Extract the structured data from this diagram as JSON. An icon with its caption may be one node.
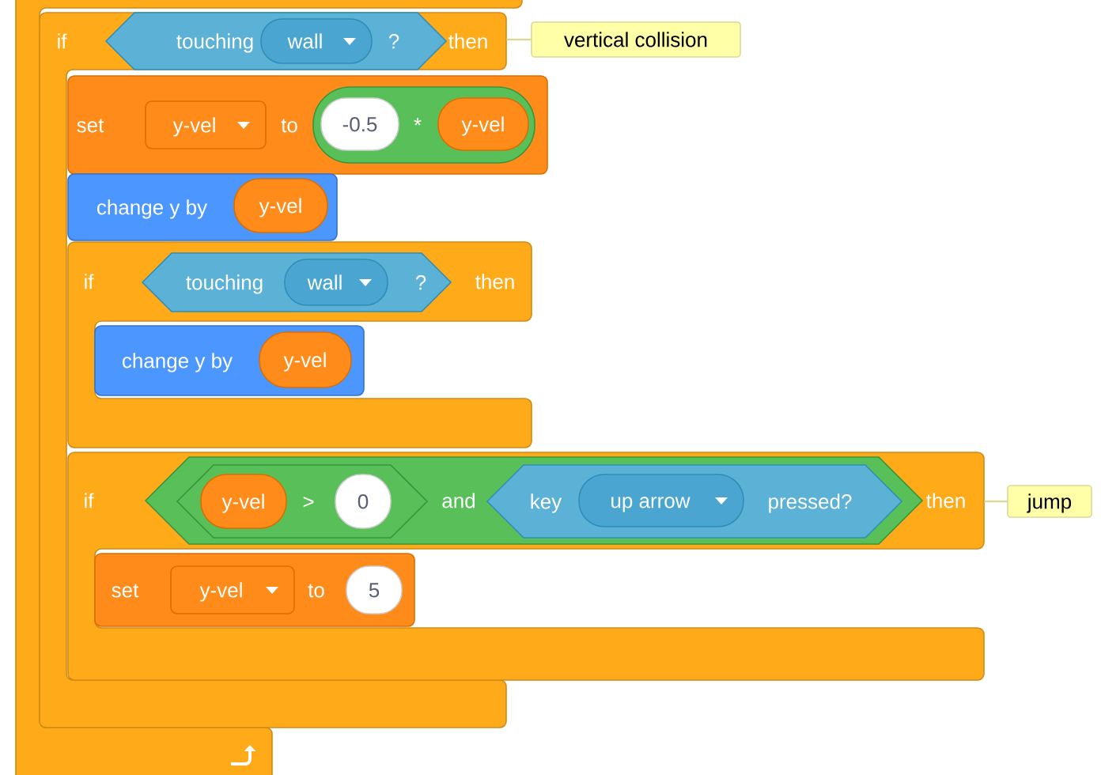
{
  "diagram": {
    "nodes": [
      {
        "text": [],
        "shape": "box"
      },
      {
        "text": [
          "if",
          "then"
        ],
        "in": 0
      },
      {
        "text": [
          "touching",
          "?"
        ],
        "in": 1
      },
      {
        "text": [
          "wall"
        ],
        "in": 2
      },
      {
        "text": [
          "vertical collision"
        ]
      },
      {
        "text": [
          "set",
          "to"
        ],
        "in": 1
      },
      {
        "text": [
          "y-vel"
        ],
        "in": 5
      },
      {
        "text": [
          "*"
        ],
        "in": 5
      },
      {
        "text": [
          "-0.5"
        ],
        "in": 7
      },
      {
        "text": [
          "y-vel"
        ],
        "in": 7
      },
      {
        "text": [
          "change y by"
        ],
        "in": 1
      },
      {
        "text": [
          "y-vel"
        ],
        "in": 10
      },
      {
        "text": [
          "if",
          "then"
        ],
        "in": 1
      },
      {
        "text": [
          "touching",
          "?"
        ],
        "in": 12
      },
      {
        "text": [
          "wall"
        ],
        "in": 13
      },
      {
        "text": [
          "change y by"
        ],
        "in": 12
      },
      {
        "text": [
          "y-vel"
        ],
        "in": 15
      },
      {
        "text": [
          "if",
          "then"
        ]
      },
      {
        "text": [
          "and"
        ],
        "in": 17
      },
      {
        "text": [
          ">"
        ],
        "in": 18
      },
      {
        "text": [
          "y-vel"
        ],
        "in": 19
      },
      {
        "text": [
          "0"
        ],
        "in": 19
      },
      {
        "text": [
          "key",
          "pressed?"
        ],
        "in": 18
      },
      {
        "text": [
          "up arrow"
        ],
        "in": 22
      },
      {
        "text": [
          "jump"
        ]
      },
      {
        "text": [
          "set",
          "to"
        ],
        "in": 17
      },
      {
        "text": [
          "y-vel"
        ],
        "in": 25
      },
      {
        "text": [
          "5"
        ],
        "in": 25
      }
    ],
    "edges": [
      {
        "from": 4,
        "to": 1,
        "arrow": "none"
      },
      {
        "from": 24,
        "to": 17,
        "arrow": "none"
      }
    ]
  }
}
